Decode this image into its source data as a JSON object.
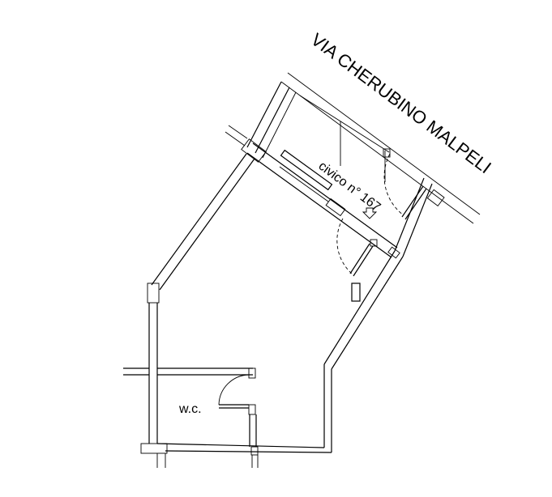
{
  "labels": {
    "street": "VIA CHERUBINO MALPELI",
    "civic": "civico n° 167",
    "wc": "w.c."
  },
  "colors": {
    "line": "#000000",
    "background": "#ffffff"
  },
  "icons": {
    "entry_marker": "entry-arrow-icon"
  }
}
